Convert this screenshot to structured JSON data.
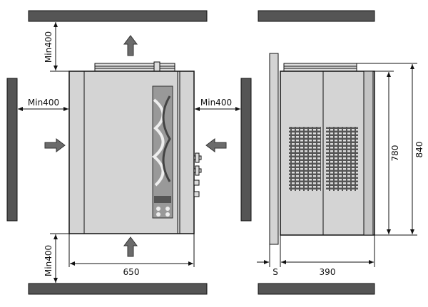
{
  "front_view": {
    "clearance_top": "Min400",
    "clearance_left": "Min400",
    "clearance_right": "Min400",
    "clearance_bottom": "Min400",
    "width": "650"
  },
  "side_view": {
    "wall_gap": "S",
    "depth": "390",
    "body_height": "780",
    "total_height": "840"
  },
  "colors": {
    "wall": "#555555",
    "unit": "#d4d4d4",
    "arrow": "#6b6b6b",
    "line": "#111111"
  }
}
